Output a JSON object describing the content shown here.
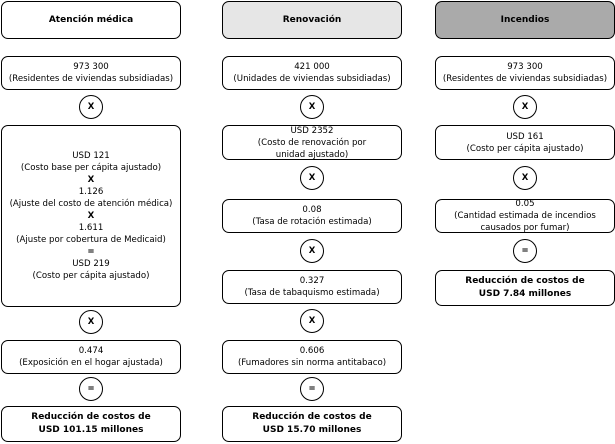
{
  "columns": [
    {
      "title": "Atención médica",
      "input": {
        "value": "973 300",
        "label": "(Residentes de viviendas subsidiadas)"
      },
      "op1": "X",
      "calc": [
        "USD 121",
        "(Costo base per cápita ajustado)",
        "X",
        "1.126",
        "(Ajuste del costo de atención médica)",
        "X",
        "1.611",
        "(Ajuste por cobertura de Medicaid)",
        "=",
        "USD 219",
        "(Costo per cápita ajustado)"
      ],
      "op2": "X",
      "step": {
        "value": "0.474",
        "label": "(Exposición en el hogar ajustada)"
      },
      "op3": "=",
      "result": [
        "Reducción de costos de",
        "USD 101.15 millones"
      ]
    },
    {
      "title": "Renovación",
      "input": {
        "value": "421 000",
        "label": "(Unidades de viviendas subsidiadas)"
      },
      "op1": "X",
      "cost": {
        "value": "USD 2352",
        "label": "(Costo de renovación por\nunidad ajustado)"
      },
      "op2": "X",
      "rate": {
        "value": "0.08",
        "label": "(Tasa de rotación estimada)"
      },
      "op3": "X",
      "smoking": {
        "value": "0.327",
        "label": "(Tasa de tabaquismo estimada)"
      },
      "op4": "X",
      "smokers": {
        "value": "0.606",
        "label": "(Fumadores sin norma antitabaco)"
      },
      "op5": "=",
      "result": [
        "Reducción de costos de",
        "USD 15.70 millones"
      ]
    },
    {
      "title": "Incendios",
      "input": {
        "value": "973 300",
        "label": "(Residentes de viviendas subsidiadas)"
      },
      "op1": "X",
      "cost": {
        "value": "USD 161",
        "label": "(Costo per cápita ajustado)"
      },
      "op2": "X",
      "fires": {
        "value": "0.05",
        "label": "(Cantidad estimada de incendios\ncausados por fumar)"
      },
      "op3": "=",
      "result": [
        "Reducción de costos de",
        "USD 7.84 millones"
      ]
    }
  ]
}
